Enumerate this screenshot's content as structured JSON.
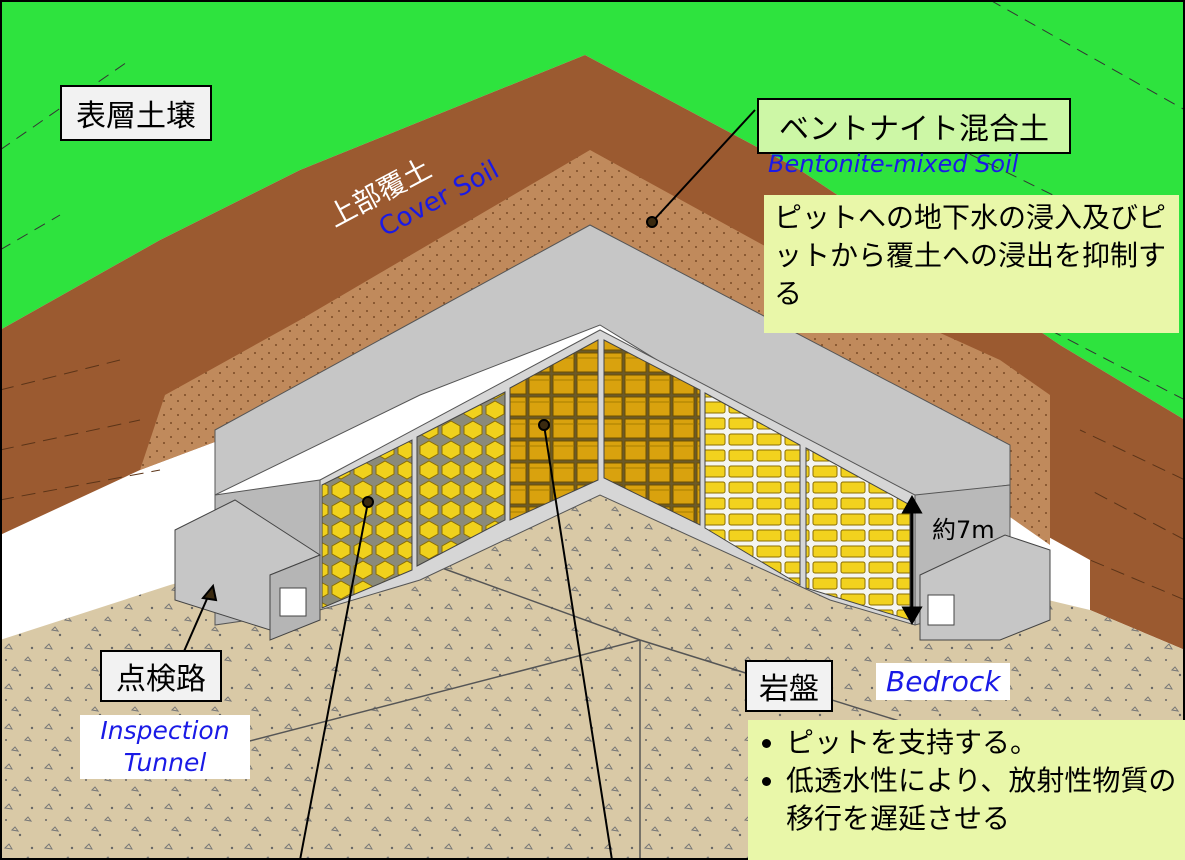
{
  "labels": {
    "surface_soil": "表層土壌",
    "bentonite_jp": "ベントナイト混合土",
    "bentonite_en": "Bentonite-mixed Soil",
    "bentonite_note": "ピットへの地下水の浸入及びピットから覆土への浸出を抑制する",
    "cover_jp": "上部覆土",
    "cover_en": "Cover Soil",
    "height": "約7m",
    "inspection_jp": "点検路",
    "inspection_en_1": "Inspection",
    "inspection_en_2": "Tunnel",
    "bedrock_jp": "岩盤",
    "bedrock_en": "Bedrock",
    "bedrock_bullets": [
      "ピットを支持する。",
      "低透水性により、放射性物質の移行を遅延させる"
    ]
  },
  "colors": {
    "surface_green": "#2ee33e",
    "cover_brown": "#9b5a30",
    "bentonite_brown": "#c08a5c",
    "concrete": "#c6c6c6",
    "bedrock": "#d9c9a6",
    "waste_yellow": "#e8c013",
    "note_bg": "#e9f7a9"
  }
}
